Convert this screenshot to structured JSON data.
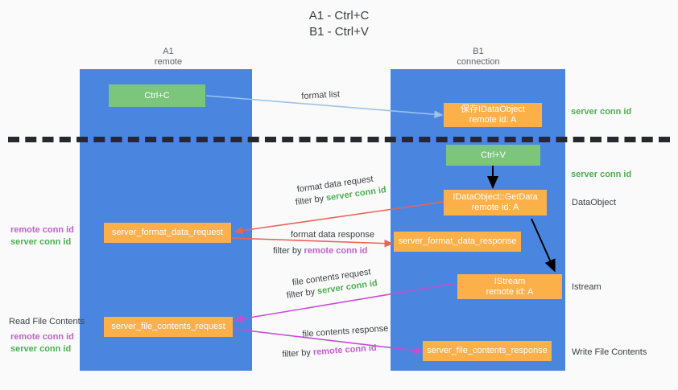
{
  "title": {
    "line1": "A1 - Ctrl+C",
    "line2": "B1 - Ctrl+V"
  },
  "columns": [
    {
      "name": "A1",
      "sub": "remote"
    },
    {
      "name": "B1",
      "sub": "connection"
    }
  ],
  "boxes": {
    "ctrl_c": "Ctrl+C",
    "ctrl_v": "Ctrl+V",
    "save_idataobject_l1": "保存IDataObject",
    "save_idataobject_l2": "remote id: A",
    "getdata_l1": "IDataObject::GetData",
    "getdata_l2": "remote id: A",
    "istream_l1": "IStream",
    "istream_l2": "remote id: A",
    "server_format_data_request": "server_format_data_request",
    "server_format_data_response": "server_format_data_response",
    "server_file_contents_request": "server_file_contents_request",
    "server_file_contents_response": "server_file_contents_response"
  },
  "edge_labels": {
    "format_list": "format list",
    "format_data_request": "format data request",
    "format_data_request_filter_pre": "filter by ",
    "format_data_request_filter_key": "server conn id",
    "format_data_response": "format data response",
    "format_data_response_filter_pre": "filter by ",
    "format_data_response_filter_key": "remote conn id",
    "file_contents_request": "file contents request",
    "file_contents_request_filter_pre": "filter by ",
    "file_contents_request_filter_key": "server conn id",
    "file_contents_response": "file contents response",
    "file_contents_response_filter_pre": "filter by ",
    "file_contents_response_filter_key": "remote conn id"
  },
  "right_notes": {
    "server_conn_id_top": "server conn id",
    "server_conn_id_mid": "server conn id",
    "dataobject": "DataObject",
    "istream": "Istream",
    "write_file_contents": "Write File Contents"
  },
  "left_notes": {
    "remote_conn_id_1": "remote conn id",
    "server_conn_id_1": "server conn id",
    "read_file_contents": "Read File Contents",
    "remote_conn_id_2": "remote conn id",
    "server_conn_id_2": "server conn id"
  },
  "colors": {
    "lane": "#4a86e0",
    "green_box": "#7bc67b",
    "orange_box": "#fcb04a",
    "red_arrow": "#e8645a",
    "purple_arrow": "#c24fd0",
    "light_blue_arrow": "#9cc3e8",
    "black_arrow": "#000000",
    "green_text": "#4caf50",
    "purple_text": "#c25fd0",
    "background": "#fafafa"
  }
}
